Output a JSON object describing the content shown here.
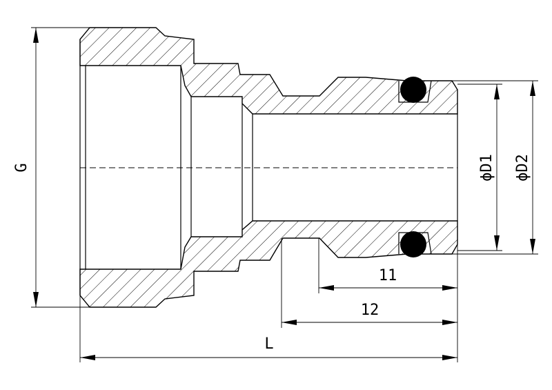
{
  "dimensions": {
    "G": "G",
    "D1": "ϕD1",
    "D2": "ϕD2",
    "l1": "11",
    "l2": "12",
    "L": "L"
  }
}
